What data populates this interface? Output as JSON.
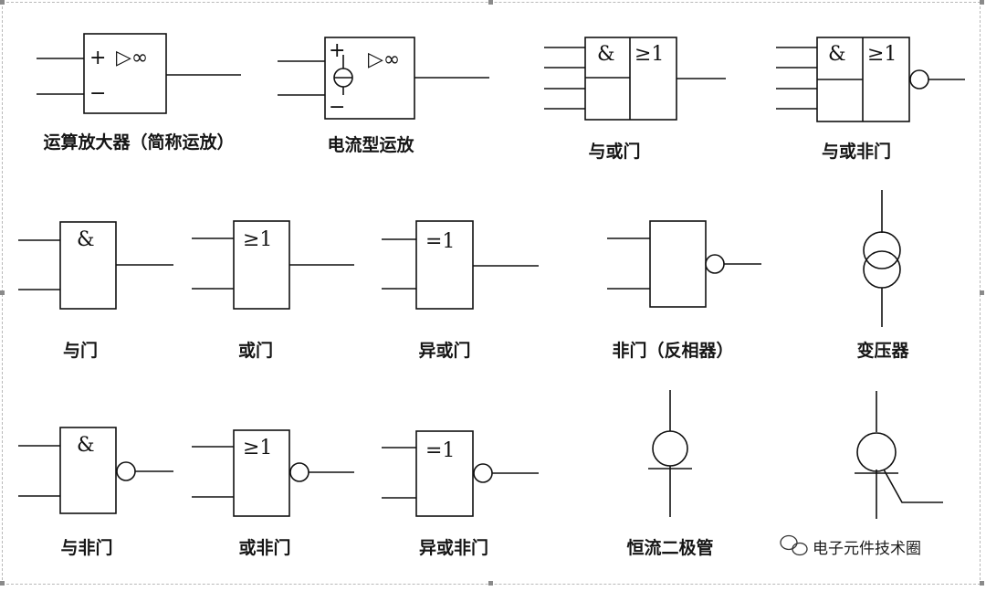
{
  "symbols": {
    "op_amp": {
      "caption": "运算放大器（简称运放）",
      "plus": "+",
      "minus": "−",
      "gain": "▷∞"
    },
    "current_op_amp": {
      "caption": "电流型运放",
      "plus": "+",
      "minus": "−",
      "gain": "▷∞"
    },
    "and_or": {
      "caption": "与或门",
      "and_label": "&",
      "or_label": "≥1"
    },
    "and_or_not": {
      "caption": "与或非门",
      "and_label": "&",
      "or_label": "≥1"
    },
    "and": {
      "caption": "与门",
      "label": "&"
    },
    "or": {
      "caption": "或门",
      "label": "≥1"
    },
    "xor": {
      "caption": "异或门",
      "label": "=1"
    },
    "not": {
      "caption": "非门（反相器）"
    },
    "transformer": {
      "caption": "变压器"
    },
    "nand": {
      "caption": "与非门",
      "label": "&"
    },
    "nor": {
      "caption": "或非门",
      "label": "≥1"
    },
    "xnor": {
      "caption": "异或非门",
      "label": "=1"
    },
    "cr_diode": {
      "caption": "恒流二极管"
    }
  },
  "watermark": {
    "text": "电子元件技术圈",
    "icon": "wechat-icon"
  }
}
